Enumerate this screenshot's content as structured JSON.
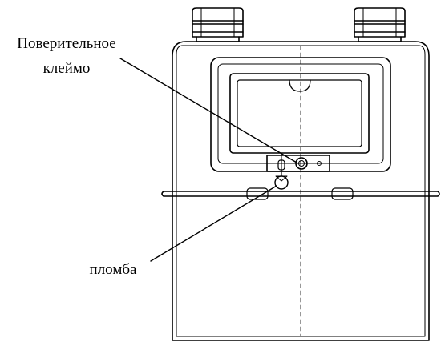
{
  "labels": {
    "verification_stamp_line1": "Поверительное",
    "verification_stamp_line2": "клеймо",
    "seal": "пломба"
  },
  "colors": {
    "stroke": "#000000",
    "background": "#ffffff"
  }
}
